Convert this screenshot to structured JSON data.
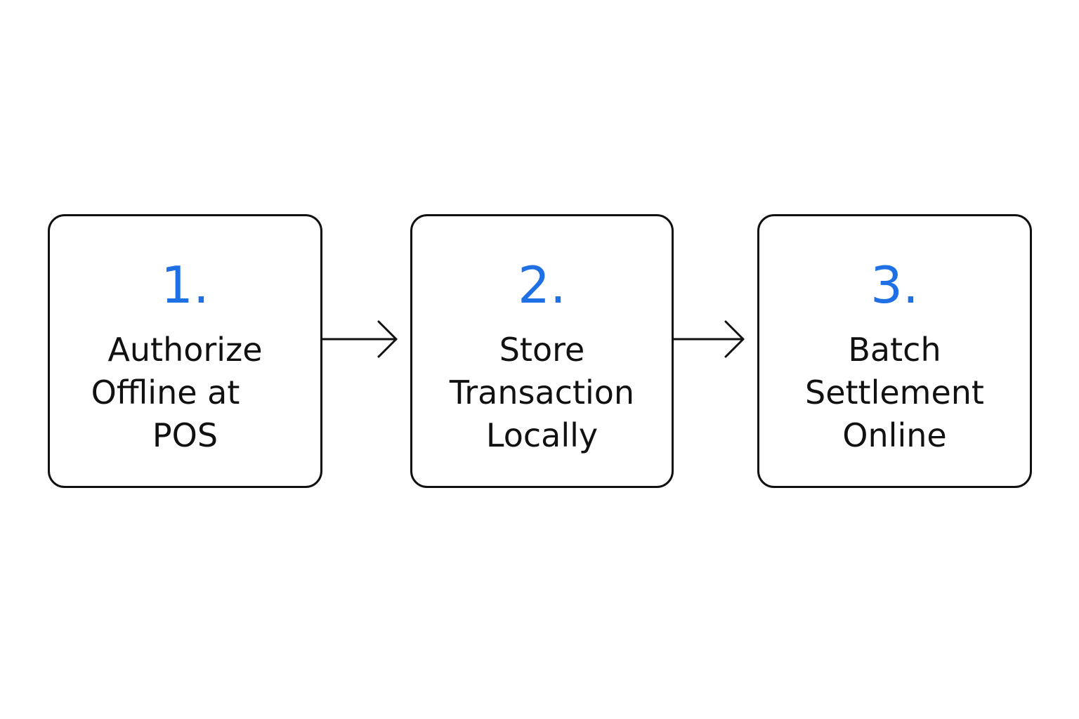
{
  "colors": {
    "accent": "#1f6fe5",
    "stroke": "#111111",
    "background": "#ffffff"
  },
  "steps": [
    {
      "number": "1.",
      "lines": [
        "Authorize",
        "Offline at",
        "POS"
      ]
    },
    {
      "number": "2.",
      "lines": [
        "Store",
        "Transaction",
        "Locally"
      ]
    },
    {
      "number": "3.",
      "lines": [
        "Batch",
        "Settlement",
        "Online"
      ]
    }
  ]
}
